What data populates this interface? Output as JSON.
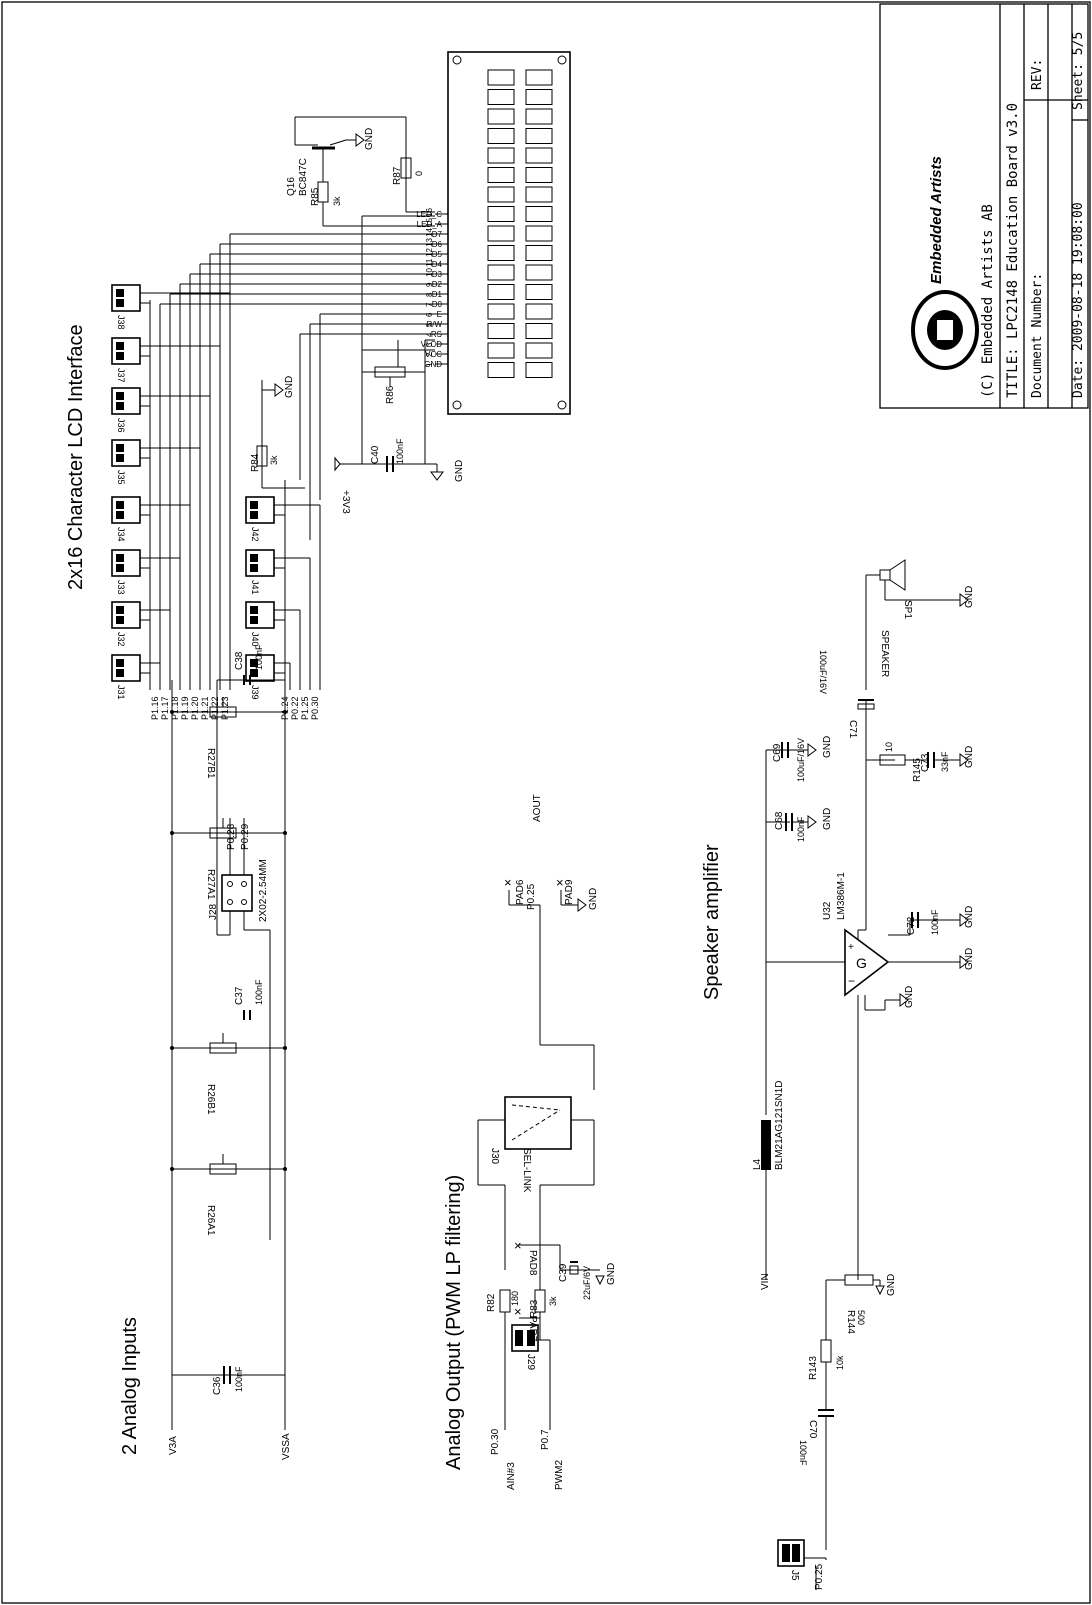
{
  "sections": {
    "lcd_title": "2x16 Character LCD Interface",
    "analog_inputs_title": "2 Analog Inputs",
    "analog_output_title": "Analog Output (PWM LP filtering)",
    "speaker_title": "Speaker amplifier"
  },
  "title_block": {
    "copyright": "(C) Embedded Artists AB",
    "title": "TITLE:  LPC2148 Education Board v3.0",
    "doc_number": "Document Number:",
    "rev": "REV:",
    "date": "Date: 2009-08-18 19:08:00",
    "sheet": "Sheet: 5/5",
    "logo_text": "Embedded Artists"
  },
  "lcd": {
    "jumpers_top": [
      "J31",
      "J32",
      "J33",
      "J34",
      "J35",
      "J36",
      "J37",
      "J38"
    ],
    "jumpers_bottom": [
      "J39",
      "J40",
      "J41",
      "J42"
    ],
    "nets_top": [
      "P1.16",
      "P1.17",
      "P1.18",
      "P1.19",
      "P1.20",
      "P1.21",
      "P1.22",
      "P1.23"
    ],
    "nets_bottom": [
      "P1.24",
      "P0.22",
      "P1.25",
      "P0.30"
    ],
    "pins": [
      "GND",
      "VCC",
      "VLCD",
      "RS",
      "R/W",
      "E",
      "D0",
      "D1",
      "D2",
      "D3",
      "D4",
      "D5",
      "D6",
      "D7",
      "LED_A",
      "LED_C"
    ],
    "pin_numbers": [
      "1",
      "2",
      "3",
      "4",
      "5",
      "6",
      "7",
      "8",
      "9",
      "10",
      "11",
      "12",
      "13",
      "14",
      "15",
      "16"
    ],
    "q16": "Q16",
    "q16_part": "BC847C",
    "r85": "R85",
    "r85_val": "3k",
    "r87": "R87",
    "r87_val": "0",
    "r84": "R84",
    "r84_val": "3k",
    "r86": "R86",
    "c40": "C40",
    "c40_val": "100nF",
    "supply": "+3V3",
    "gnd": "GND"
  },
  "analog_in": {
    "j28": "J28",
    "j28_part": "2X02-2.54MM",
    "net_a": "P0.28",
    "net_b": "P0.29",
    "c38": "C38",
    "c37": "C37",
    "c36": "C36",
    "cap_val": "100nF",
    "r27b1": "R27B1",
    "r27a1": "R27A1",
    "r26b1": "R26B1",
    "r26a1": "R26A1",
    "v3a": "V3A",
    "vssa": "VSSA"
  },
  "analog_out": {
    "aout": "AOUT",
    "pad6": "PAD6",
    "pad9": "PAD9",
    "pad8": "PAD8",
    "pad7": "PAD7",
    "net_p025": "P0.25",
    "j30": "J30",
    "sel_link": "SEL-LINK",
    "r82": "R82",
    "r82_val": "180",
    "r83": "R83",
    "r83_val": "3k",
    "c39": "C39",
    "c39_val": "22uF/6V",
    "j29": "J29",
    "ain3": "AIN#3",
    "p030": "P0.30",
    "pwm2": "PWM2",
    "p07": "P0.7"
  },
  "speaker": {
    "l4": "L4",
    "l4_part": "BLM21AG121SN1D",
    "vin": "VIN",
    "c69": "C69",
    "c69_val": "100uF/16V",
    "c68": "C68",
    "c68_val": "100nF",
    "u32": "U32",
    "u32_part": "LM386M-1",
    "c72": "C72",
    "c72_val": "100nF",
    "r145": "R145",
    "r145_val": "10",
    "c73": "C73",
    "c73_val": "33nF",
    "c71": "C71",
    "c71_val": "100uF/16V",
    "sp1": "SP1",
    "speaker": "SPEAKER",
    "r144": "R144",
    "r144_val": "500",
    "r143": "R143",
    "r143_val": "10k",
    "c70": "C70",
    "c70_val": "100nF",
    "j5": "J5",
    "net": "P0.25"
  }
}
